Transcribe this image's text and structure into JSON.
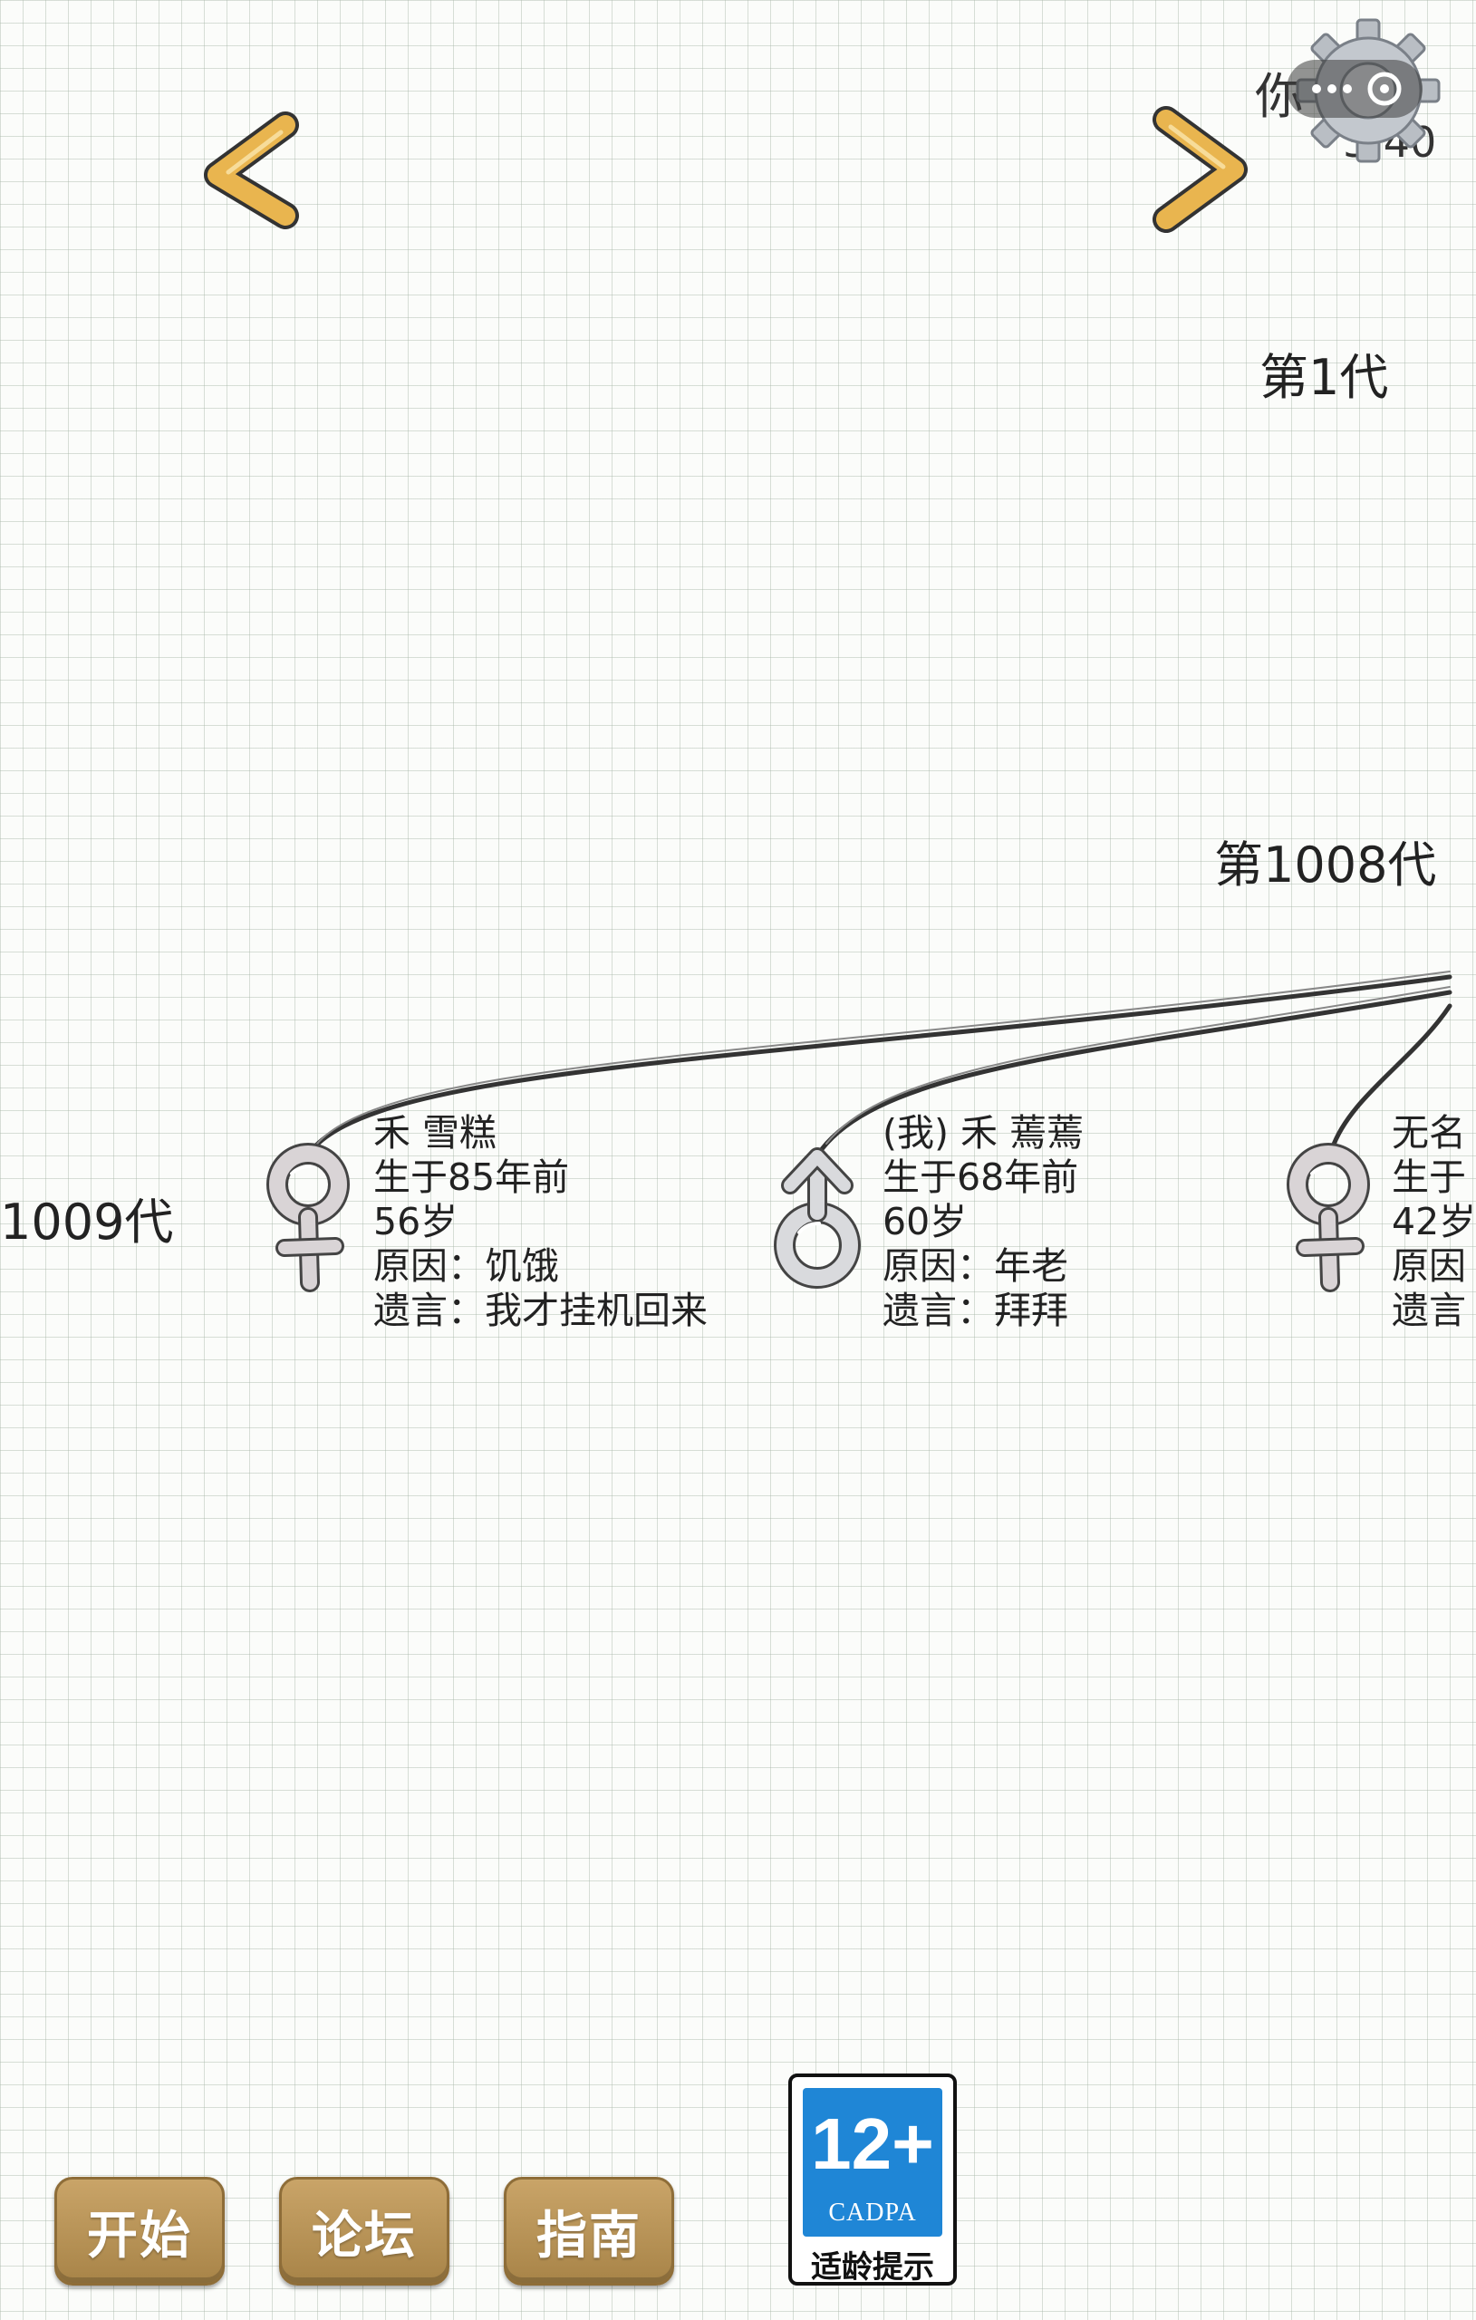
{
  "generations": {
    "first": "第1代",
    "parent": "第1008代",
    "current": "1009代"
  },
  "persons": [
    {
      "gender_icon": "female-icon",
      "name": "禾 雪糕",
      "born": "生于85年前",
      "age": "56岁",
      "cause": "原因：饥饿",
      "last_words": "遗言：我才挂机回来"
    },
    {
      "gender_icon": "male-icon",
      "name": "(我) 禾 蔫蔫",
      "born": "生于68年前",
      "age": "60岁",
      "cause": "原因：年老",
      "last_words": "遗言：拜拜"
    },
    {
      "gender_icon": "female-icon",
      "name": "无名",
      "born": "生于",
      "age": "42岁",
      "cause": "原因",
      "last_words": "遗言"
    }
  ],
  "top_right": {
    "line1": "你 蔫",
    "line2": "3:40"
  },
  "buttons": {
    "start": "开始",
    "forum": "论坛",
    "guide": "指南"
  },
  "age_rating": {
    "number": "12+",
    "org": "CADPA",
    "caption": "适龄提示"
  },
  "colors": {
    "button": "#b8945a",
    "badge_blue": "#1f86d6",
    "arrow": "#e9b54f"
  }
}
